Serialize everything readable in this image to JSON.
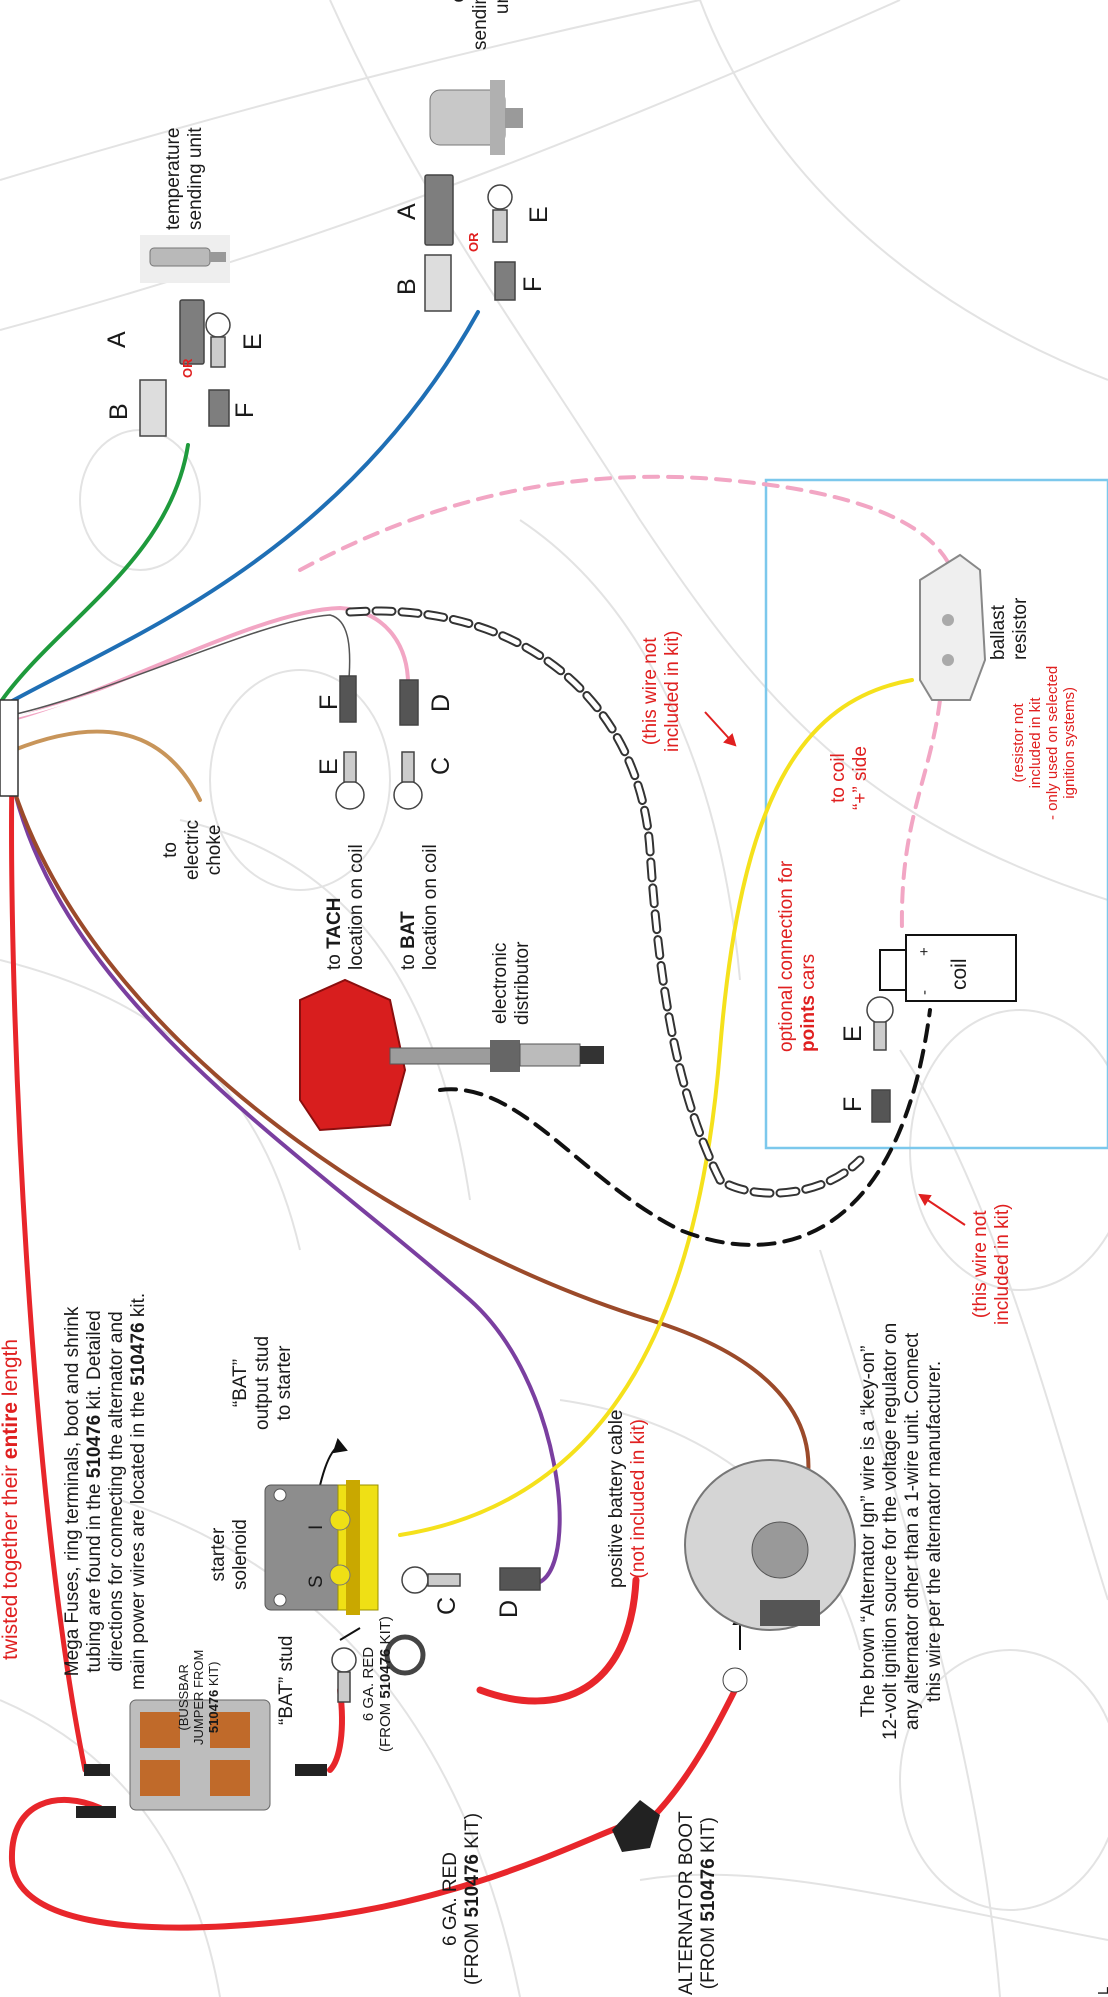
{
  "labels": {
    "twisted_pre": "twisted together their ",
    "twisted_bold": "entire",
    "twisted_post": " length",
    "temp_unit_1": "temperature",
    "temp_unit_2": "sending unit",
    "oil_unit_1": "oil",
    "oil_unit_2": "sending",
    "oil_unit_3": "unit",
    "A": "A",
    "B": "B",
    "E": "E",
    "F": "F",
    "C": "C",
    "D": "D",
    "or": "OR",
    "ballast_1": "ballast",
    "ballast_2": "resistor",
    "resistor_note_1": "(resistor not",
    "resistor_note_2": "included in kit",
    "resistor_note_3": "- only used on selected",
    "resistor_note_4": "ignition systems)",
    "to_coil_1": "to coil",
    "to_coil_2": "“+” side",
    "optional_1": "optional connection for",
    "optional_2_bold": "points",
    "optional_2_post": " cars",
    "coil": "coil",
    "coil_plus": "+",
    "coil_minus": "-",
    "wire_not_1": "(this wire not",
    "wire_not_2": "included in kit)",
    "choke_1": "to",
    "choke_2": "electric",
    "choke_3": "choke",
    "tach_pre": "to ",
    "tach_bold": "TACH",
    "tach_2": "location on coil",
    "bat_pre": "to ",
    "bat_bold": "BAT",
    "bat_2": "location on coil",
    "distributor_1": "electronic",
    "distributor_2": "distributor",
    "mega_1_pre": "Mega Fuses, ring terminals, boot and shrink",
    "mega_2_pre": "tubing are found in the ",
    "mega_2_bold": "510476",
    "mega_2_post": " kit. Detailed",
    "mega_3": "directions for connecting the alternator and",
    "mega_4_pre": "main power wires are located in the ",
    "mega_4_bold": "510476",
    "mega_4_post": " kit.",
    "bat_output_1": "“BAT”",
    "bat_output_2": "output stud",
    "bat_output_3": "to starter",
    "solenoid_1": "starter",
    "solenoid_2": "solenoid",
    "solenoid_S": "S",
    "solenoid_I": "I",
    "bussbar_1": "(BUSSBAR",
    "bussbar_2": "JUMPER FROM",
    "bussbar_3": "510476",
    "bussbar_3_post": " KIT)",
    "bat_stud": "“BAT” stud",
    "red6_a_1": "6 GA. RED",
    "red6_a_2_pre": "(FROM ",
    "red6_a_2_bold": "510476",
    "red6_a_2_post": " KIT)",
    "pos_cable_1": "positive battery cable",
    "pos_cable_2": "(not included in kit)",
    "brown_1": "The brown “Alternator Ign” wire is a “key-on”",
    "brown_2": "12-volt ignition source for the voltage regulator on",
    "brown_3": "any alternator other than a 1-wire unit. Connect",
    "brown_4": "this wire per the alternator manufacturer.",
    "red6_b_1": "6 GA. RED",
    "red6_b_2_pre": "(FROM ",
    "red6_b_2_bold": "510476",
    "red6_b_2_post": " KIT)",
    "alt_boot_1": "ALTERNATOR BOOT",
    "alt_boot_2_pre": "(FROM ",
    "alt_boot_2_bold": "510476",
    "alt_boot_2_post": " KIT)",
    "page_mark": "L"
  },
  "colors": {
    "green_wire": "#1e9a3c",
    "blue_wire": "#1f6fb5",
    "pink_wire": "#f2a6c4",
    "tan_wire": "#c8955a",
    "red_wire": "#e8262b",
    "purple_wire": "#7a3fa0",
    "brown_wire": "#9b4a2a",
    "yellow_wire": "#f5e11c",
    "callout_box": "#7cc8ec",
    "annotation_red": "#e02020"
  }
}
